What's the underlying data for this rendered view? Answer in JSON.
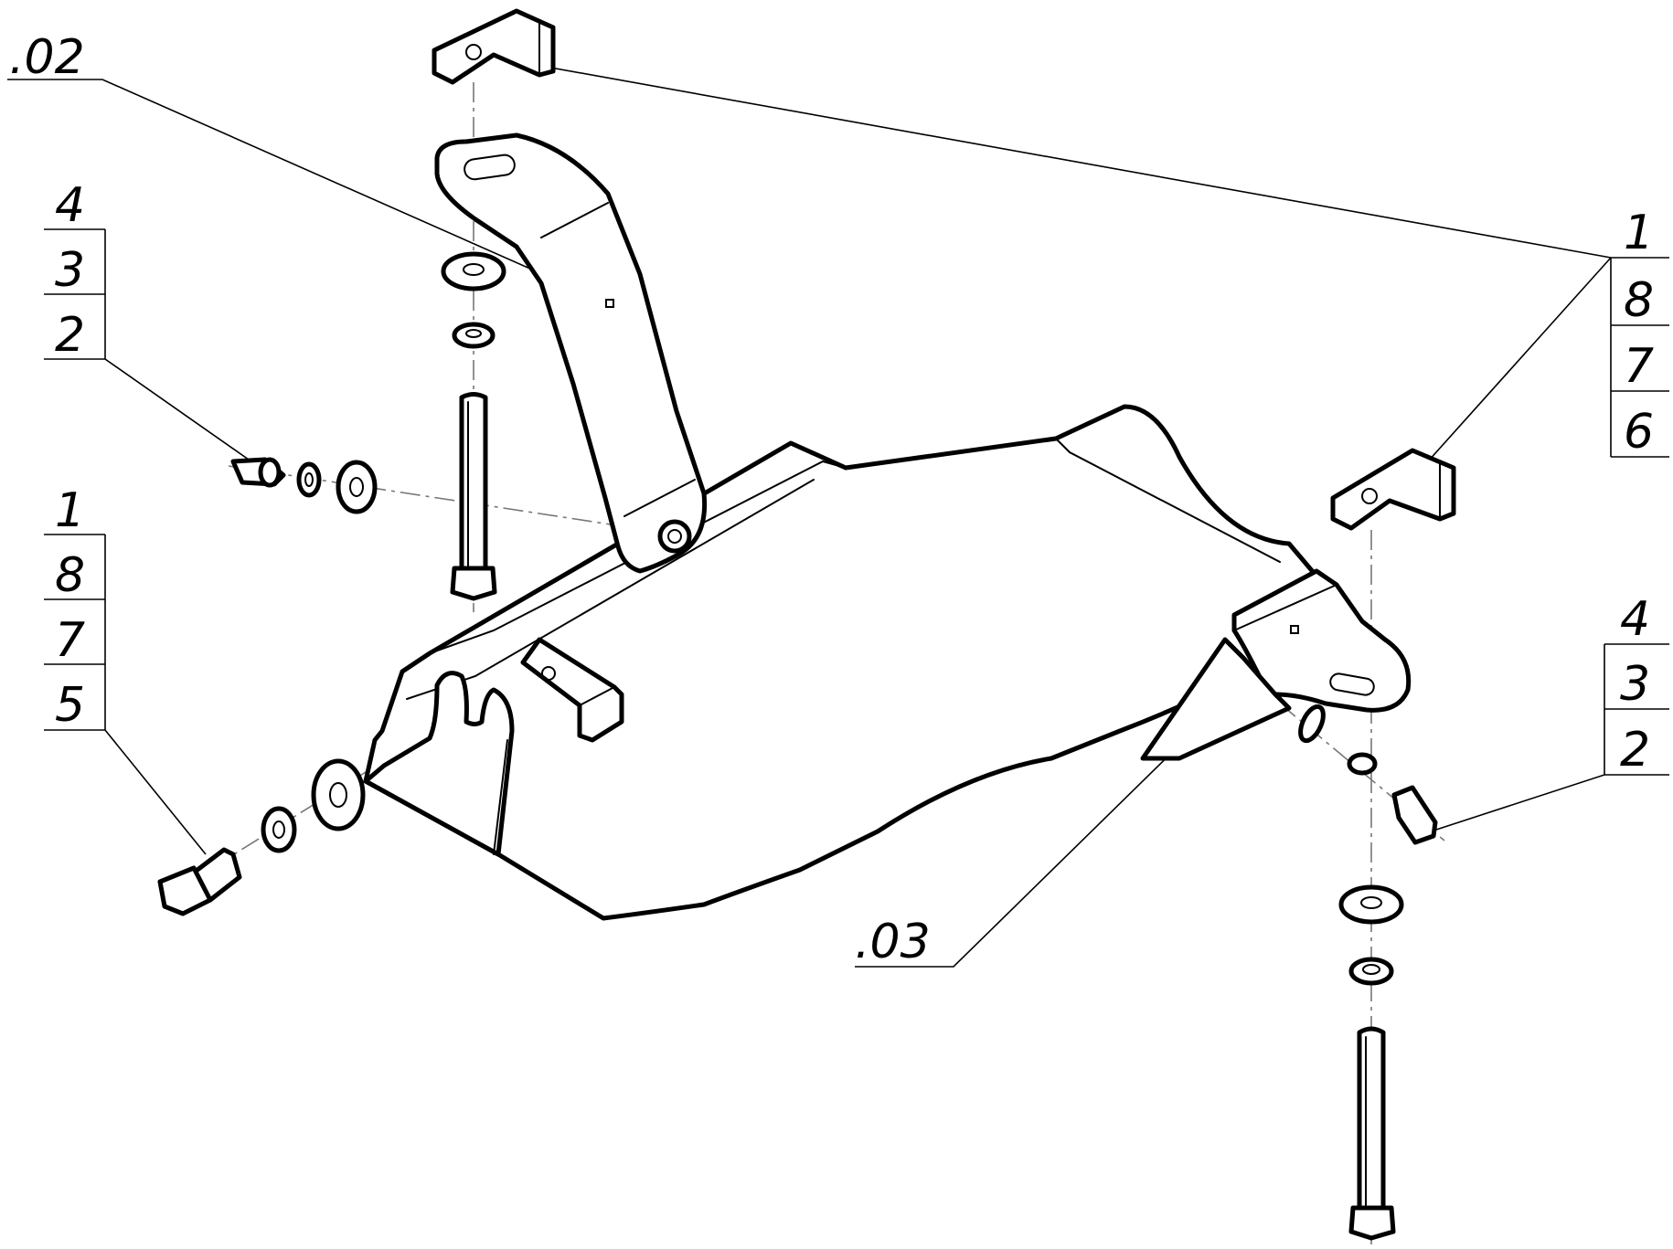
{
  "labels": {
    "subassembly_02": ".02",
    "subassembly_03": ".03",
    "stack_left_upper": [
      "4",
      "3",
      "2"
    ],
    "stack_left_lower": [
      "1",
      "8",
      "7",
      "5"
    ],
    "stack_right_upper": [
      "1",
      "8",
      "7",
      "6"
    ],
    "stack_right_lower": [
      "4",
      "3",
      "2"
    ]
  },
  "colors": {
    "line": "#000000",
    "axis": "#777777",
    "background": "#ffffff"
  }
}
